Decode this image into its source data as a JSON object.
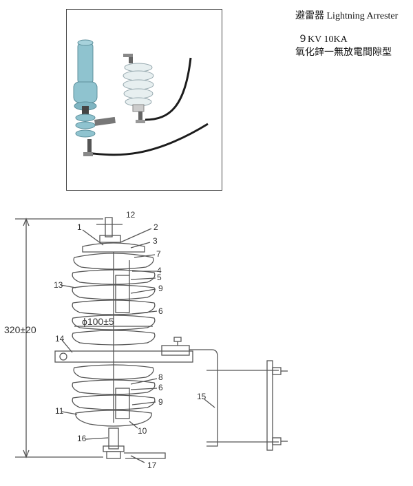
{
  "header": {
    "title": "避雷器 Lightning Arrester",
    "spec_rating": "９KV 10KA",
    "spec_type": "氧化鋅一無放電間隙型"
  },
  "drawing": {
    "dimension_height": "320±20",
    "dimension_diameter": "ϕ100±5",
    "callouts": [
      "1",
      "2",
      "3",
      "4",
      "5",
      "6",
      "7",
      "8",
      "9",
      "10",
      "11",
      "12",
      "13",
      "14",
      "15",
      "16",
      "17"
    ],
    "callout_6_repeat": "6",
    "callout_9_repeat": "9"
  },
  "colors": {
    "insulator_blue": "#8fc3cf",
    "insulator_white": "#e7eff0",
    "cable": "#1c1c1c",
    "line": "#555555"
  }
}
